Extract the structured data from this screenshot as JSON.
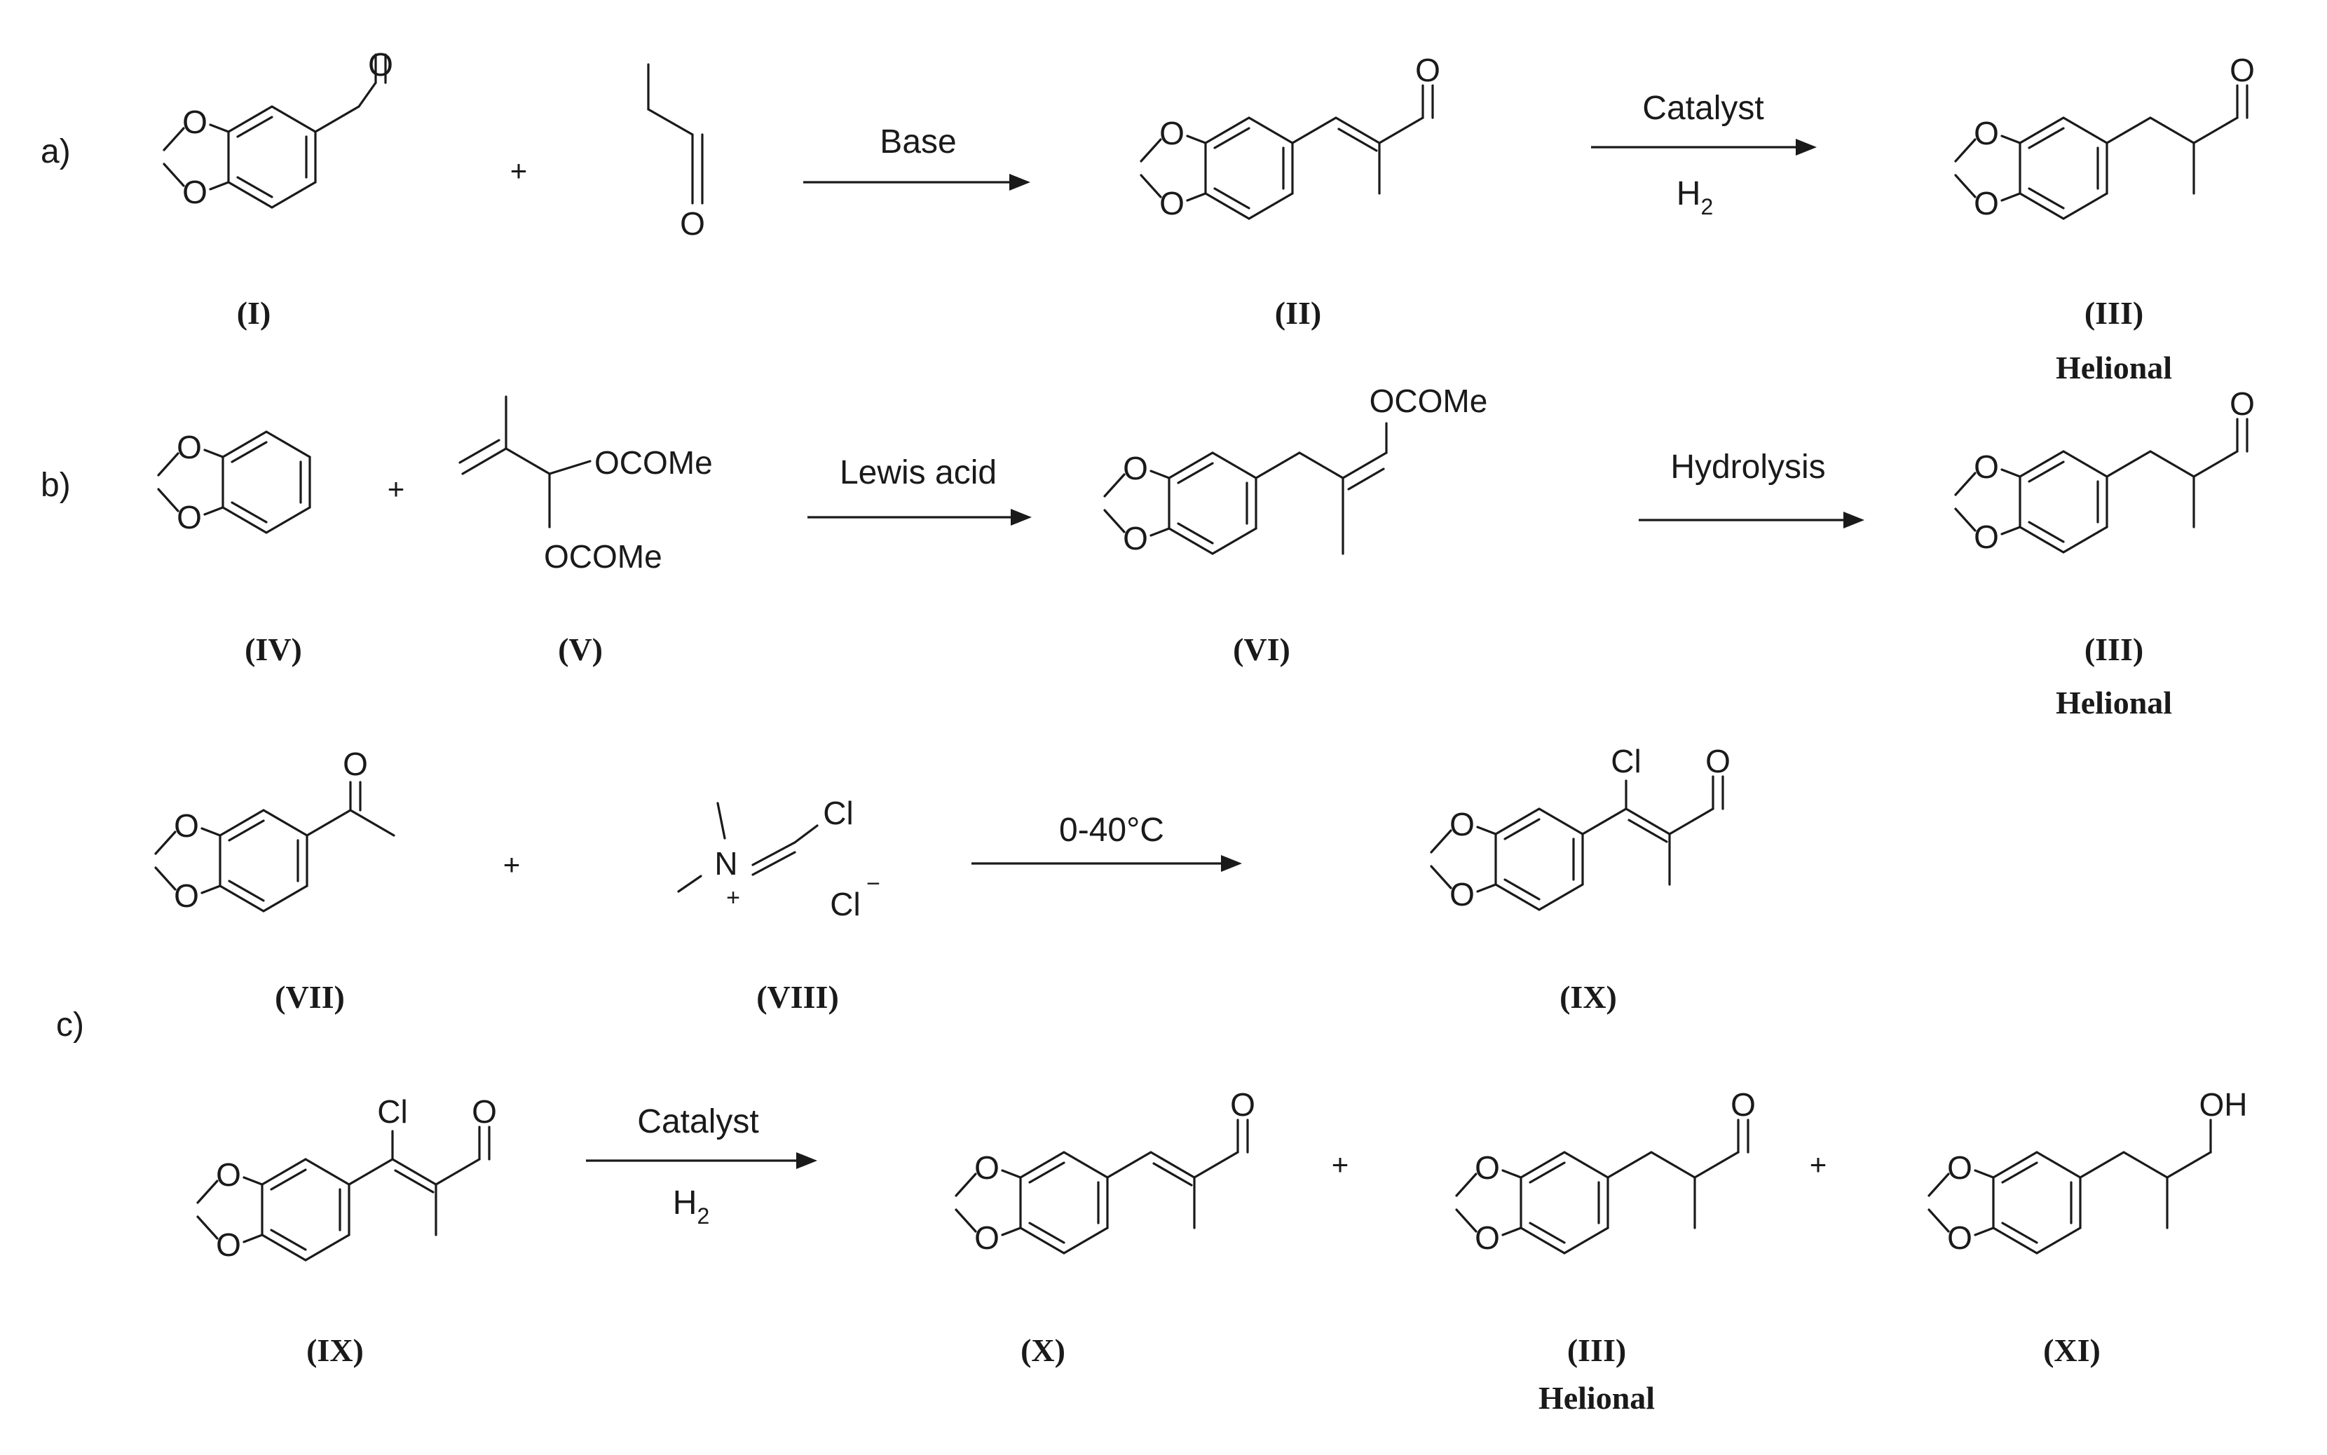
{
  "parts": {
    "a": "a)",
    "b": "b)",
    "c": "c)"
  },
  "plus": "+",
  "atoms": {
    "O": "O",
    "OCOMe": "OCOMe",
    "Cl": "Cl",
    "N": "N",
    "OH": "OH",
    "H": "H",
    "two": "2",
    "plus_charge": "+",
    "minus_charge": "−"
  },
  "conditions": {
    "base": "Base",
    "catalyst": "Catalyst",
    "h2_main": "H",
    "h2_sub": "2",
    "lewis_acid": "Lewis acid",
    "hydrolysis": "Hydrolysis",
    "temperature": "0-40°C"
  },
  "compounds": {
    "I": "(I)",
    "II": "(II)",
    "III": "(III)",
    "IV": "(IV)",
    "V": "(V)",
    "VI": "(VI)",
    "VII": "(VII)",
    "VIII": "(VIII)",
    "IX": "(IX)",
    "X": "(X)",
    "XI": "(XI)"
  },
  "names": {
    "helional": "Helional"
  }
}
